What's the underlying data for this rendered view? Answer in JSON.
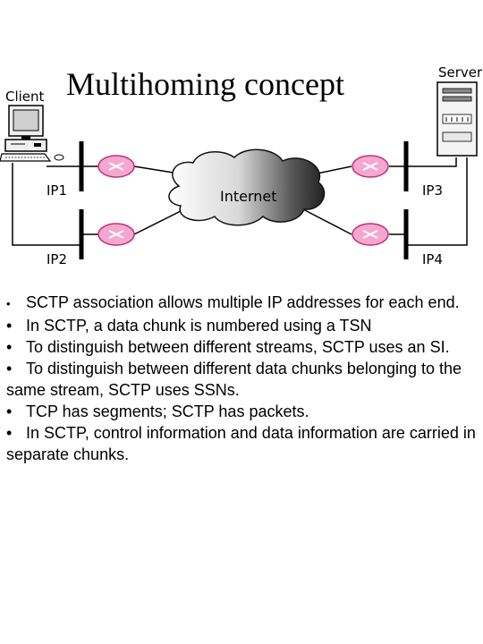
{
  "slide": {
    "title": "Multihoming concept"
  },
  "diagram": {
    "client_label": "Client",
    "server_label": "Server",
    "cloud_label": "Internet",
    "interfaces": [
      "IP1",
      "IP2",
      "IP3",
      "IP4"
    ]
  },
  "bullets": [
    "SCTP association allows multiple IP addresses for each end.",
    "In SCTP, a data chunk is numbered using a TSN",
    "To distinguish between different streams, SCTP uses an SI.",
    "To distinguish between different data chunks belonging to the same stream, SCTP uses SSNs.",
    "TCP has segments; SCTP has packets.",
    "In SCTP, control information and data information are carried in separate chunks."
  ],
  "bullet_symbol": "•",
  "colors": {
    "router_fill": "#f4a7cf",
    "router_stroke": "#c0307a",
    "cloud_light": "#ffffff",
    "cloud_dark": "#2a2a2a"
  }
}
